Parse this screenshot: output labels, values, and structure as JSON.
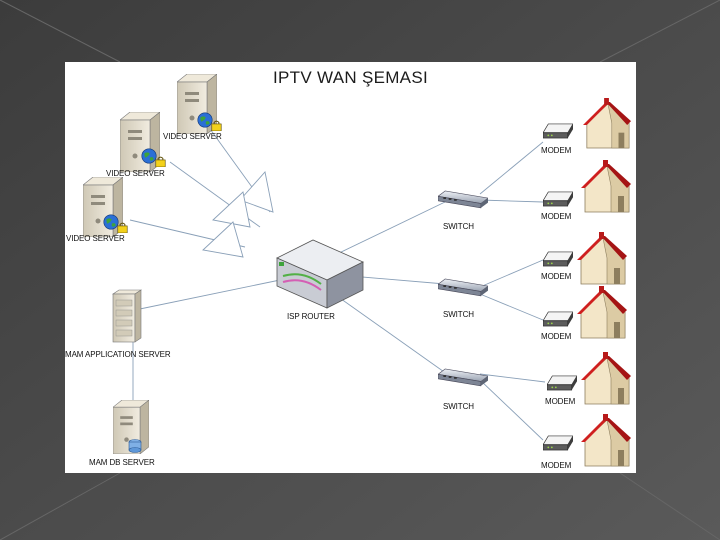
{
  "diagram": {
    "title": "IPTV WAN ŞEMASI",
    "video_server_label": "VIDEO SERVER",
    "router_label": "ISP ROUTER",
    "mam_app_label": "MAM APPLICATION SERVER",
    "mam_db_label": "MAM DB SERVER",
    "switch_label": "SWITCH",
    "modem_label": "MODEM"
  },
  "colors": {
    "page_background": "#4a4a4a",
    "canvas": "#ffffff",
    "link_line": "#8aa0b8",
    "house_wall": "#f3e6c8",
    "house_roof": "#cf1f1f",
    "server_body": "#e2dccb"
  }
}
